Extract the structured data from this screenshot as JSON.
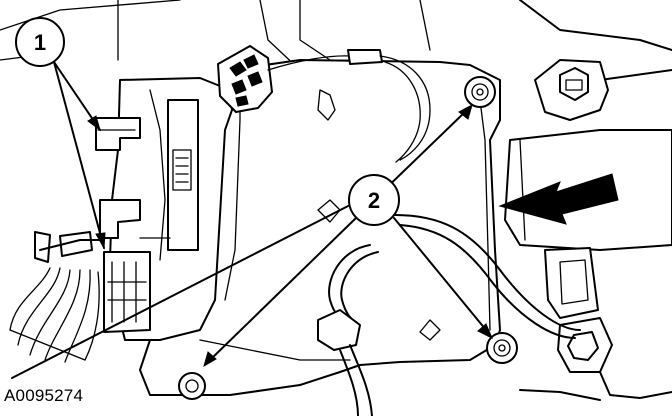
{
  "figure": {
    "id_label": "A0095274"
  },
  "callouts": [
    {
      "number": "1"
    },
    {
      "number": "2"
    }
  ]
}
